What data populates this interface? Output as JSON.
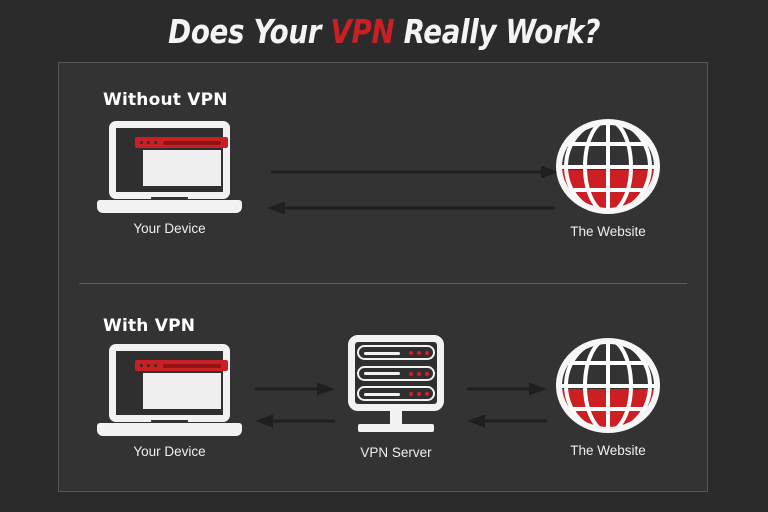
{
  "title": {
    "part1": "Does Your ",
    "accent": "VPN",
    "part2": " Really Work?",
    "accent_color": "#cc1f24"
  },
  "panel": {
    "background": "#333333",
    "border_color": "#575757"
  },
  "sections": [
    {
      "id": "without-vpn",
      "heading": "Without VPN",
      "nodes": [
        {
          "id": "device",
          "icon": "laptop-icon",
          "label": "Your Device"
        },
        {
          "id": "website",
          "icon": "globe-icon",
          "label": "The Website"
        }
      ],
      "arrows": [
        {
          "id": "device-to-website",
          "direction": "right"
        },
        {
          "id": "website-to-device",
          "direction": "left"
        }
      ]
    },
    {
      "id": "with-vpn",
      "heading": "With VPN",
      "nodes": [
        {
          "id": "device",
          "icon": "laptop-icon",
          "label": "Your Device"
        },
        {
          "id": "vpn-server",
          "icon": "server-icon",
          "label": "VPN Server"
        },
        {
          "id": "website",
          "icon": "globe-icon",
          "label": "The Website"
        }
      ],
      "arrows": [
        {
          "id": "device-to-server",
          "direction": "right"
        },
        {
          "id": "server-to-device",
          "direction": "left"
        },
        {
          "id": "server-to-website",
          "direction": "right"
        },
        {
          "id": "website-to-server",
          "direction": "left"
        }
      ]
    }
  ],
  "colors": {
    "page_background": "#2b2b2b",
    "white": "#f2f2f2",
    "red": "#cc1f24",
    "arrow": "#1f1f1f",
    "globe_top": "#333333",
    "globe_bottom": "#cc1f24"
  }
}
